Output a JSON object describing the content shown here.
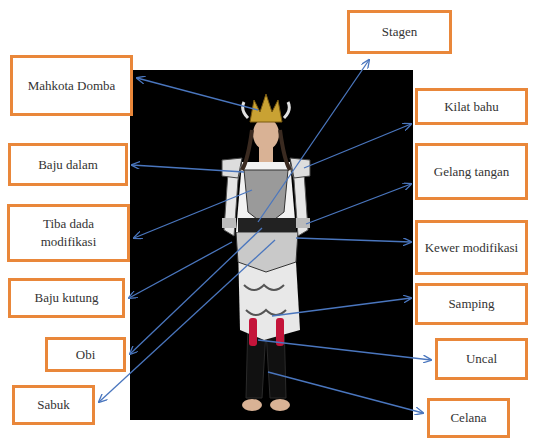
{
  "diagram": {
    "nodes": [
      {
        "text": [
          "Stagen"
        ]
      },
      {
        "text": [
          "Mahkota Domba"
        ]
      },
      {
        "text": [
          "Kilat bahu"
        ]
      },
      {
        "text": [
          "Baju dalam"
        ]
      },
      {
        "text": [
          "Gelang tangan"
        ]
      },
      {
        "text": [
          "Tiba dada modifikasi"
        ]
      },
      {
        "text": [
          "Kewer modifikasi"
        ]
      },
      {
        "text": [
          "Baju kutung"
        ]
      },
      {
        "text": [
          "Samping"
        ]
      },
      {
        "text": [
          "Obi"
        ]
      },
      {
        "text": [
          "Uncal"
        ]
      },
      {
        "text": [
          "Sabuk"
        ]
      },
      {
        "text": [
          "Celana"
        ]
      }
    ]
  }
}
